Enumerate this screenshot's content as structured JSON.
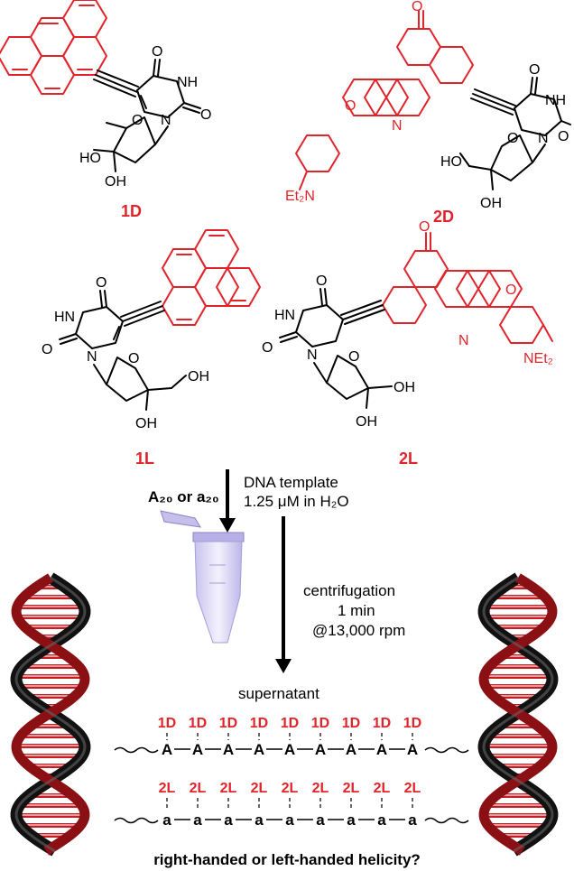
{
  "compounds": {
    "c1D": {
      "label": "1D"
    },
    "c2D": {
      "label": "2D"
    },
    "c1L": {
      "label": "1L"
    },
    "c2L": {
      "label": "2L"
    }
  },
  "atoms": {
    "O": "O",
    "NH": "NH",
    "HN": "HN",
    "N": "N",
    "HO": "HO",
    "OH": "OH",
    "Et2N": "Et₂N",
    "NEt2": "NEt₂"
  },
  "process": {
    "template_label": "DNA template",
    "concentration": "1.25 μM in H₂O",
    "strands": "A₂₀ or a₂₀",
    "centrifugation": "centrifugation",
    "duration": "1 min",
    "speed": "@13,000 rpm",
    "supernatant": "supernatant"
  },
  "strand_upper": {
    "base": "A",
    "guest": "1D",
    "count": 9
  },
  "strand_lower": {
    "base": "a",
    "guest": "2L",
    "count": 9
  },
  "question": "right-handed or left-handed helicity?",
  "colors": {
    "accent": "#e0242a",
    "ink": "#000000",
    "tube": "#d9d4f2"
  }
}
